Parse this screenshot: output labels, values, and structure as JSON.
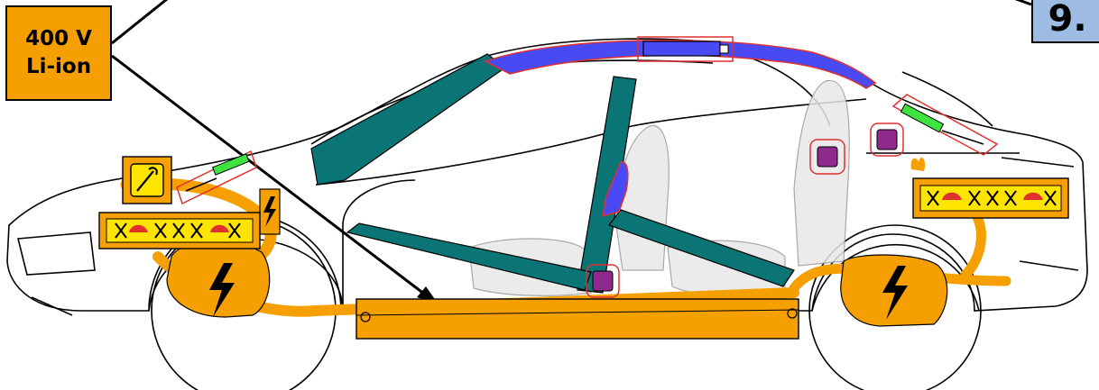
{
  "battery": {
    "voltage": "400 V",
    "chemistry": "Li-ion"
  },
  "page_badge": "9.",
  "colors": {
    "hv_orange": "#f59f00",
    "pillar_teal": "#0b7575",
    "airbag_blue": "#4a4af5",
    "gas_strut_green": "#3fe33f",
    "pretensioner_purple": "#8e2a8e",
    "highlight_red": "#e03030",
    "badge_blue": "#9dbbe3",
    "warning_yellow": "#ffe400"
  },
  "icons": [
    "high-voltage-bolt-icon",
    "no-cut-zone-icon",
    "gas-strut-icon",
    "side-curtain-airbag-icon",
    "seatbelt-pretensioner-icon",
    "manual-release-icon"
  ]
}
